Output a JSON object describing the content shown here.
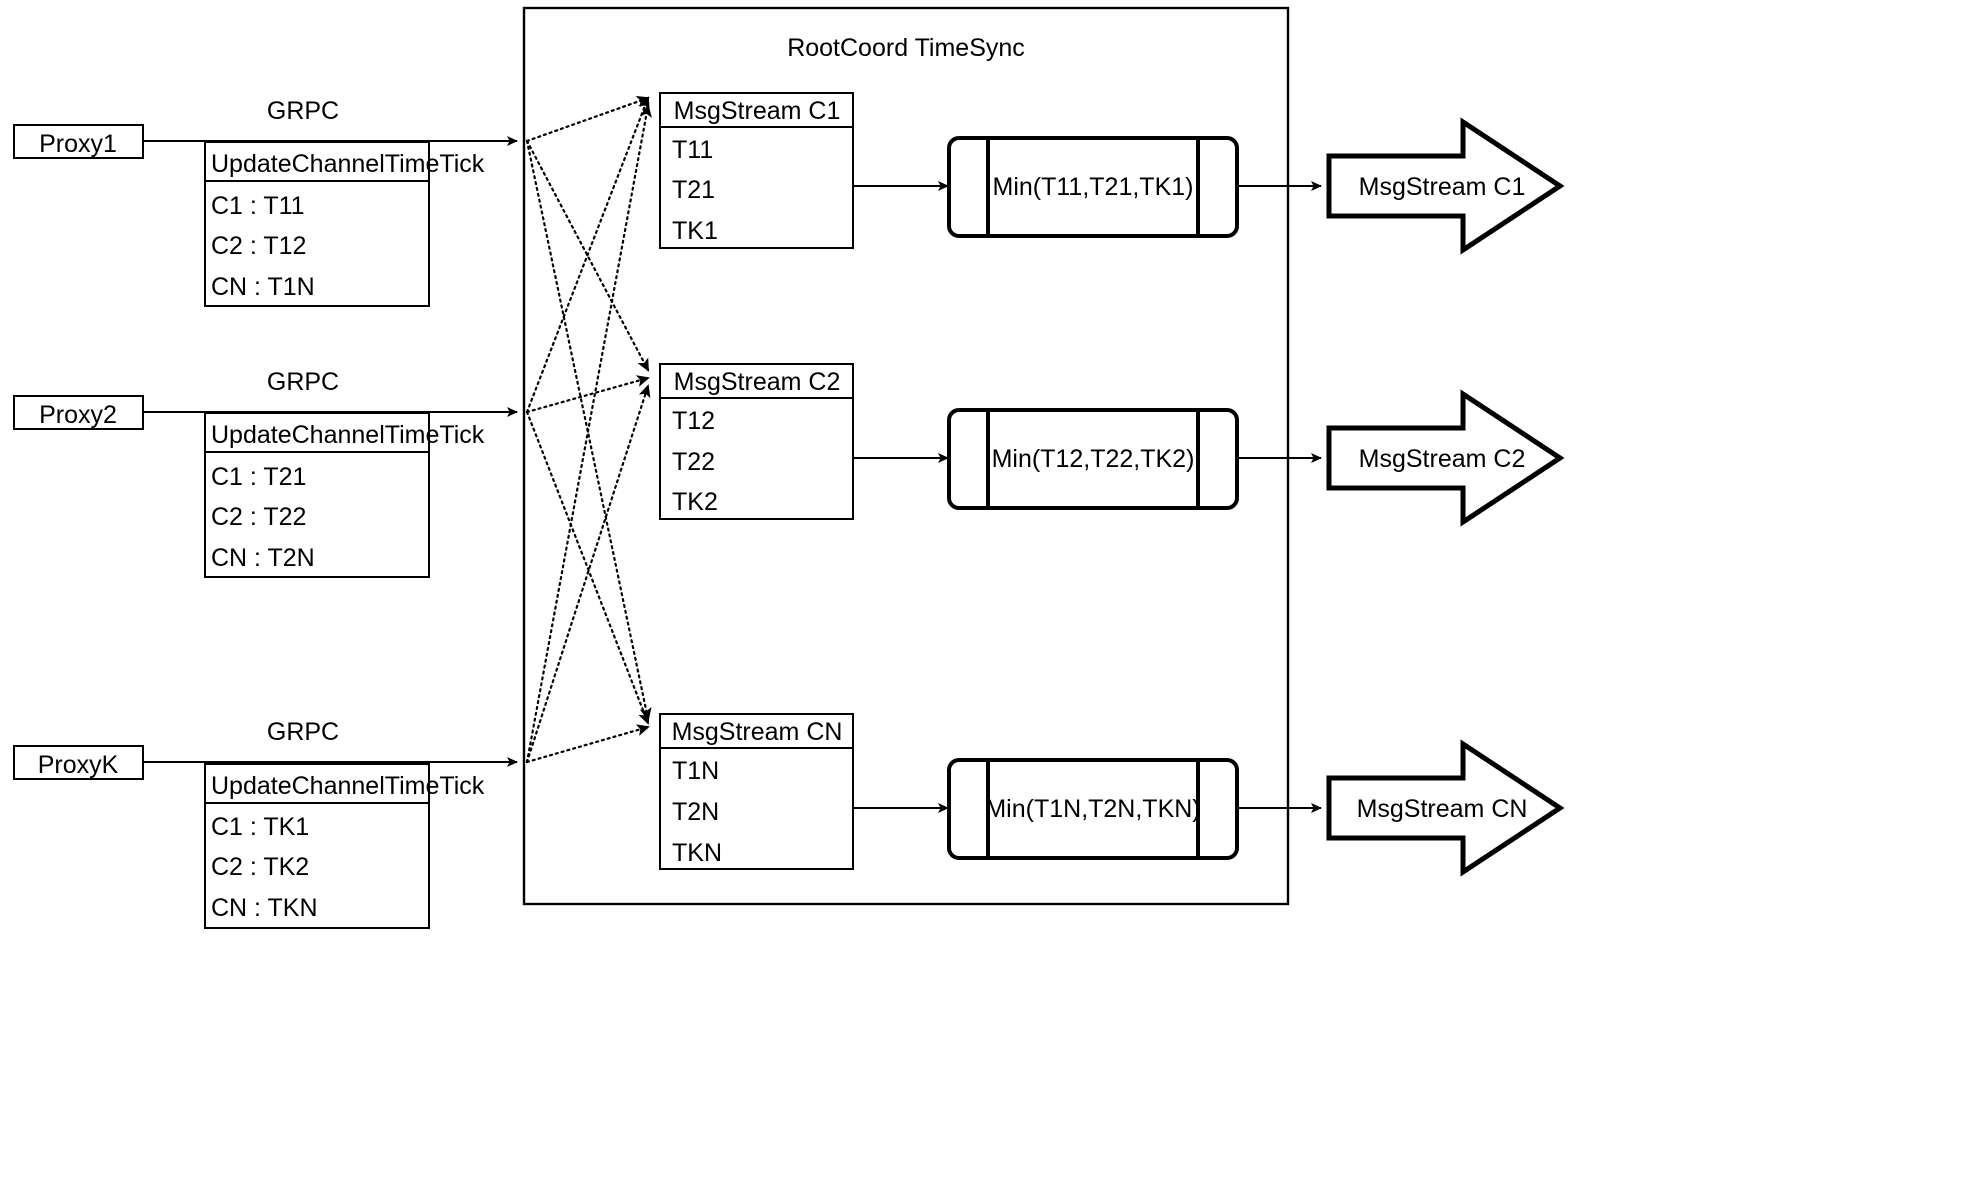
{
  "diagram": {
    "title": "RootCoord TimeSync",
    "container_label": "RootCoord TimeSync",
    "link_label": "GRPC",
    "proxies": [
      {
        "name": "Proxy1",
        "grpc_label": "GRPC",
        "request_header": "UpdateChannelTimeTick",
        "rows": [
          "C1 :  T11",
          "C2 :  T12",
          "CN : T1N"
        ]
      },
      {
        "name": "Proxy2",
        "grpc_label": "GRPC",
        "request_header": "UpdateChannelTimeTick",
        "rows": [
          "C1 :  T21",
          "C2 :  T22",
          "CN : T2N"
        ]
      },
      {
        "name": "ProxyK",
        "grpc_label": "GRPC",
        "request_header": "UpdateChannelTimeTick",
        "rows": [
          "C1 :  TK1",
          "C2 :  TK2",
          "CN : TKN"
        ]
      }
    ],
    "channels": [
      {
        "msgstream_header": "MsgStream C1",
        "ticks": [
          "T11",
          "T21",
          "TK1"
        ],
        "min_label": "Min(T11,T21,TK1)",
        "output_label": "MsgStream C1"
      },
      {
        "msgstream_header": "MsgStream C2",
        "ticks": [
          "T12",
          "T22",
          "TK2"
        ],
        "min_label": "Min(T12,T22,TK2)",
        "output_label": "MsgStream C2"
      },
      {
        "msgstream_header": "MsgStream CN",
        "ticks": [
          "T1N",
          "T2N",
          "TKN"
        ],
        "min_label": "Min(T1N,T2N,TKN)",
        "output_label": "MsgStream CN"
      }
    ],
    "colors": {
      "stroke": "#000000",
      "fill": "#ffffff",
      "text": "#000000"
    }
  }
}
